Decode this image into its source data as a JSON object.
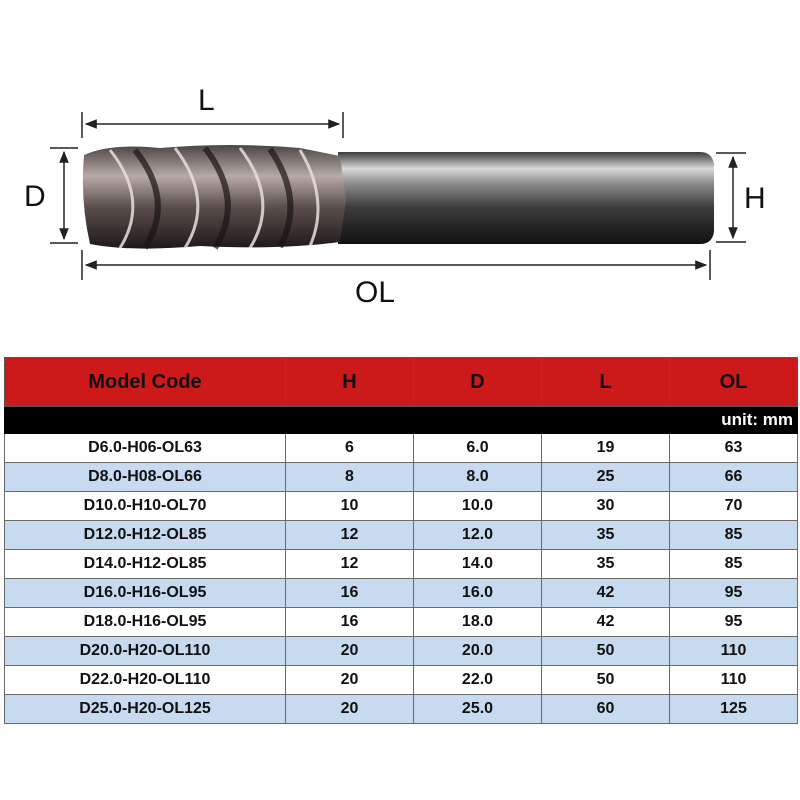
{
  "diagram": {
    "labels": {
      "L": "L",
      "D": "D",
      "H": "H",
      "OL": "OL"
    }
  },
  "table": {
    "headers": [
      "Model Code",
      "H",
      "D",
      "L",
      "OL"
    ],
    "unit": "unit: mm",
    "rows": [
      [
        "D6.0-H06-OL63",
        "6",
        "6.0",
        "19",
        "63"
      ],
      [
        "D8.0-H08-OL66",
        "8",
        "8.0",
        "25",
        "66"
      ],
      [
        "D10.0-H10-OL70",
        "10",
        "10.0",
        "30",
        "70"
      ],
      [
        "D12.0-H12-OL85",
        "12",
        "12.0",
        "35",
        "85"
      ],
      [
        "D14.0-H12-OL85",
        "12",
        "14.0",
        "35",
        "85"
      ],
      [
        "D16.0-H16-OL95",
        "16",
        "16.0",
        "42",
        "95"
      ],
      [
        "D18.0-H16-OL95",
        "16",
        "18.0",
        "42",
        "95"
      ],
      [
        "D20.0-H20-OL110",
        "20",
        "20.0",
        "50",
        "110"
      ],
      [
        "D22.0-H20-OL110",
        "20",
        "22.0",
        "50",
        "110"
      ],
      [
        "D25.0-H20-OL125",
        "20",
        "25.0",
        "60",
        "125"
      ]
    ]
  },
  "colors": {
    "header_bg": "#cc1a1a",
    "unit_bar_bg": "#000000",
    "row_alt_bg": "#c8daf0"
  },
  "icons": {
    "tool_image": "end-mill-cutter-illustration"
  }
}
